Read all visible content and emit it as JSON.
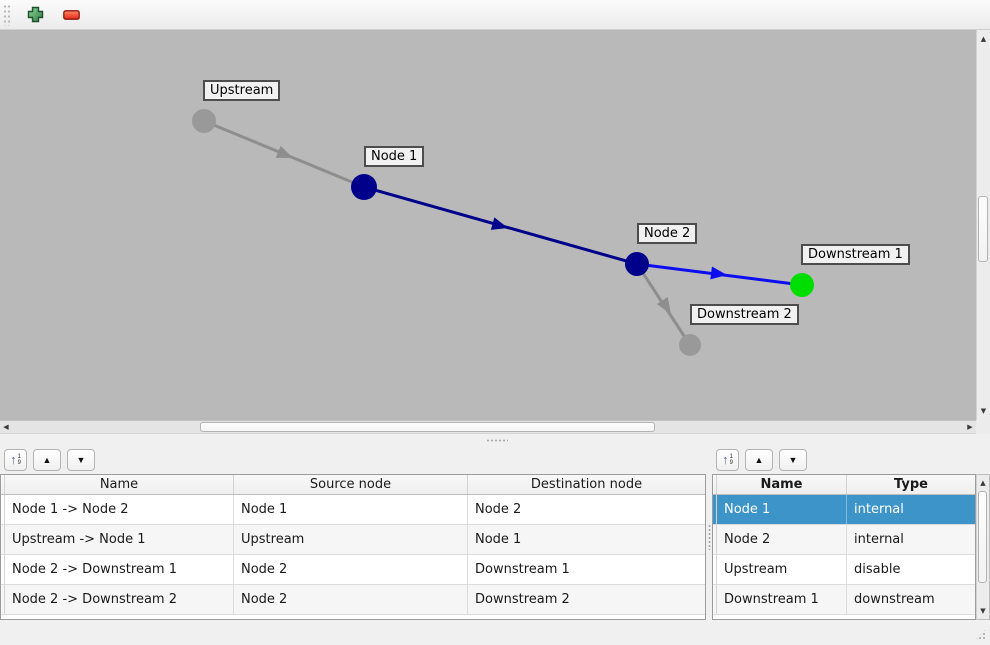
{
  "colors": {
    "canvas_background": "#b9b9b9",
    "selection": "#3c94c8",
    "node_internal": "#00008b",
    "node_inactive": "#999999",
    "node_downstream": "#00dd00",
    "edge_internal": "#00008b",
    "edge_active": "#0d0df0",
    "edge_inactive": "#8e8e8e"
  },
  "icons": {
    "add": "green-plus-icon",
    "remove": "red-minus-icon",
    "sort": "sort-ascending-icon",
    "scroll_up": "▲",
    "scroll_down": "▼",
    "scroll_left": "◀",
    "scroll_right": "▶",
    "move_up": "▲",
    "move_down": "▼",
    "sort_arrow": "↑",
    "sort_hint_top": "1",
    "sort_hint_bottom": "9"
  },
  "graph": {
    "nodes": [
      {
        "label": "Upstream",
        "color": "#999999"
      },
      {
        "label": "Node 1",
        "color": "#00008b"
      },
      {
        "label": "Node 2",
        "color": "#00008b"
      },
      {
        "label": "Downstream 1",
        "color": "#00dd00"
      },
      {
        "label": "Downstream 2",
        "color": "#999999"
      }
    ],
    "edges": [
      {
        "from": "Upstream",
        "to": "Node 1",
        "color": "#8e8e8e"
      },
      {
        "from": "Node 1",
        "to": "Node 2",
        "color": "#00008b"
      },
      {
        "from": "Node 2",
        "to": "Downstream 1",
        "color": "#0d0df0"
      },
      {
        "from": "Node 2",
        "to": "Downstream 2",
        "color": "#8e8e8e"
      }
    ]
  },
  "edge_table": {
    "columns": [
      "Name",
      "Source node",
      "Destination node"
    ],
    "rows": [
      {
        "name": "Node 1 -> Node 2",
        "source": "Node 1",
        "destination": "Node 2"
      },
      {
        "name": "Upstream -> Node 1",
        "source": "Upstream",
        "destination": "Node 1"
      },
      {
        "name": "Node 2 -> Downstream 1",
        "source": "Node 2",
        "destination": "Downstream 1"
      },
      {
        "name": "Node 2 -> Downstream 2",
        "source": "Node 2",
        "destination": "Downstream 2"
      }
    ]
  },
  "node_table": {
    "columns": [
      "Name",
      "Type"
    ],
    "rows": [
      {
        "name": "Node 1",
        "type": "internal",
        "selected": true
      },
      {
        "name": "Node 2",
        "type": "internal"
      },
      {
        "name": "Upstream",
        "type": "disable"
      },
      {
        "name": "Downstream 1",
        "type": "downstream"
      }
    ]
  }
}
